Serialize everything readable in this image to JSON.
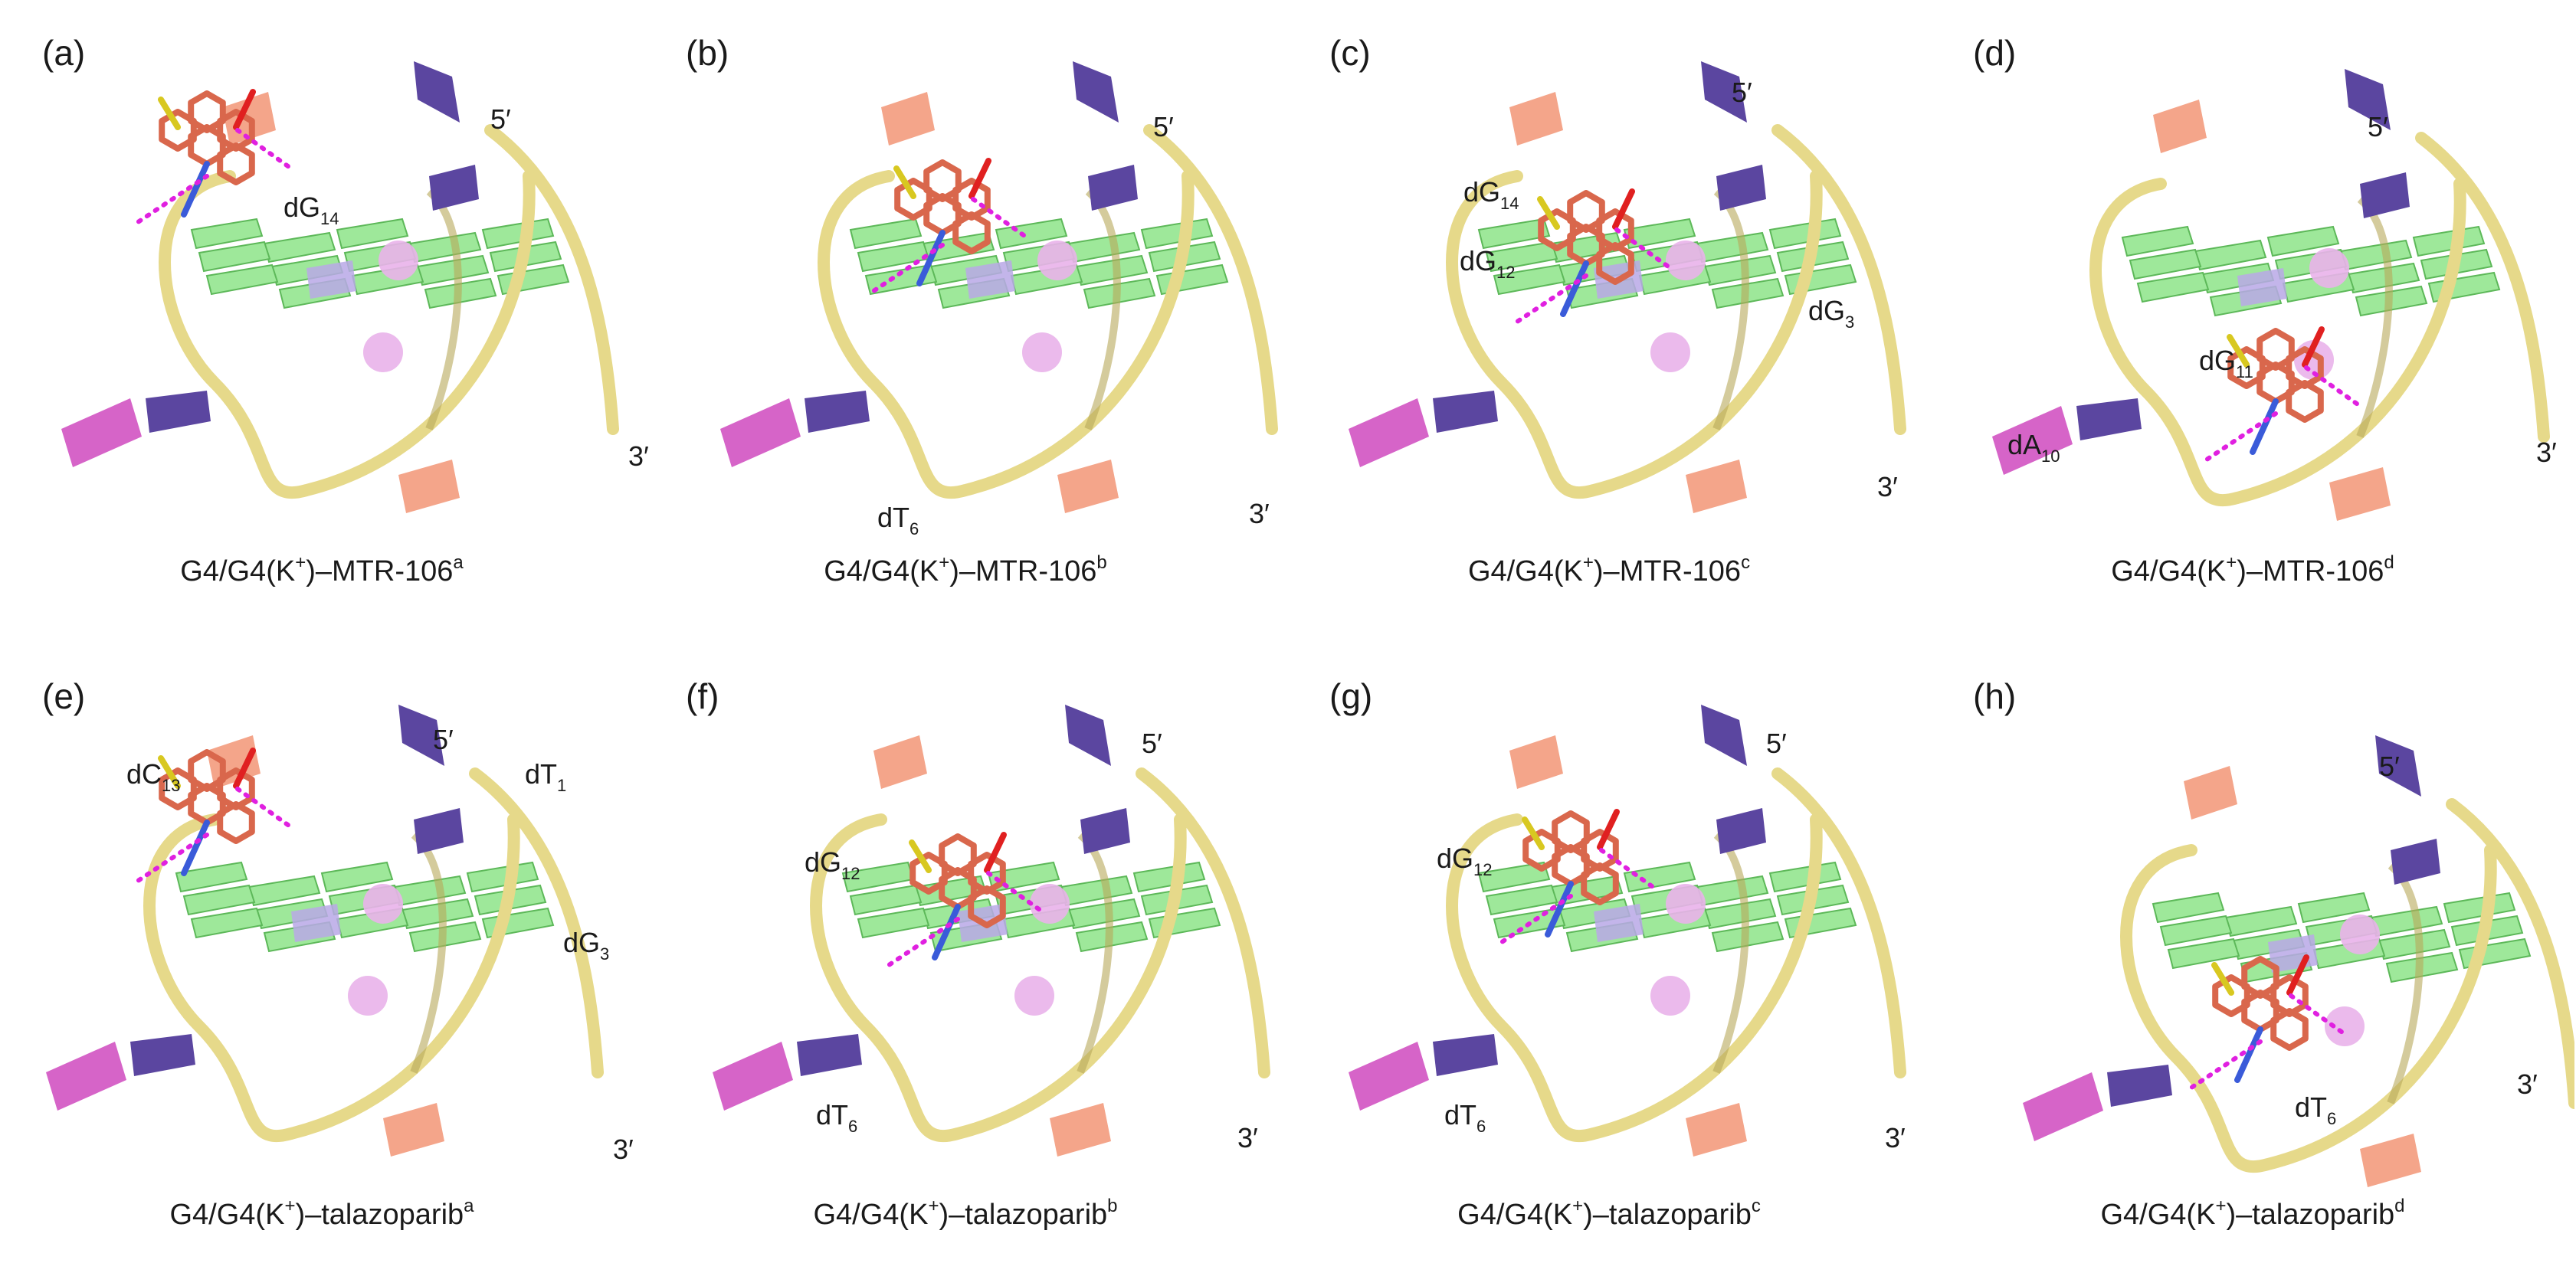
{
  "panels": [
    {
      "label": "(a)",
      "cap_prefix": "G4/G4(K",
      "cap_plus": "+",
      "cap_mid": ")–MTR-106",
      "cap_sup": "a",
      "end5": "5′",
      "end3": "3′",
      "residues": [
        {
          "b": "dG",
          "s": "14"
        }
      ],
      "ligand": "MTR-106"
    },
    {
      "label": "(b)",
      "cap_prefix": "G4/G4(K",
      "cap_plus": "+",
      "cap_mid": ")–MTR-106",
      "cap_sup": "b",
      "end5": "5′",
      "end3": "3′",
      "residues": [
        {
          "b": "dT",
          "s": "6"
        }
      ],
      "ligand": "MTR-106"
    },
    {
      "label": "(c)",
      "cap_prefix": "G4/G4(K",
      "cap_plus": "+",
      "cap_mid": ")–MTR-106",
      "cap_sup": "c",
      "end5": "5′",
      "end3": "3′",
      "residues": [
        {
          "b": "dG",
          "s": "14"
        },
        {
          "b": "dG",
          "s": "12"
        },
        {
          "b": "dG",
          "s": "3"
        }
      ],
      "ligand": "MTR-106"
    },
    {
      "label": "(d)",
      "cap_prefix": "G4/G4(K",
      "cap_plus": "+",
      "cap_mid": ")–MTR-106",
      "cap_sup": "d",
      "end5": "5′",
      "end3": "3′",
      "residues": [
        {
          "b": "dG",
          "s": "11"
        },
        {
          "b": "dA",
          "s": "10"
        }
      ],
      "ligand": "MTR-106"
    },
    {
      "label": "(e)",
      "cap_prefix": "G4/G4(K",
      "cap_plus": "+",
      "cap_mid": ")–talazoparib",
      "cap_sup": "a",
      "end5": "5′",
      "end3": "3′",
      "residues": [
        {
          "b": "dC",
          "s": "13"
        },
        {
          "b": "dT",
          "s": "1"
        },
        {
          "b": "dG",
          "s": "3"
        }
      ],
      "ligand": "talazoparib"
    },
    {
      "label": "(f)",
      "cap_prefix": "G4/G4(K",
      "cap_plus": "+",
      "cap_mid": ")–talazoparib",
      "cap_sup": "b",
      "end5": "5′",
      "end3": "3′",
      "residues": [
        {
          "b": "dG",
          "s": "12"
        },
        {
          "b": "dT",
          "s": "6"
        }
      ],
      "ligand": "talazoparib"
    },
    {
      "label": "(g)",
      "cap_prefix": "G4/G4(K",
      "cap_plus": "+",
      "cap_mid": ")–talazoparib",
      "cap_sup": "c",
      "end5": "5′",
      "end3": "3′",
      "residues": [
        {
          "b": "dG",
          "s": "12"
        },
        {
          "b": "dT",
          "s": "6"
        }
      ],
      "ligand": "talazoparib"
    },
    {
      "label": "(h)",
      "cap_prefix": "G4/G4(K",
      "cap_plus": "+",
      "cap_mid": ")–talazoparib",
      "cap_sup": "d",
      "end5": "5′",
      "end3": "3′",
      "residues": [
        {
          "b": "dT",
          "s": "6"
        }
      ],
      "ligand": "talazoparib"
    }
  ],
  "colors": {
    "backbone": "#e6d98a",
    "backbone_dark": "#b8a95a",
    "guanine_sheet": "#9ee89a",
    "guanine_edge": "#5db859",
    "loop_purple": "#5b46a0",
    "loop_purple_light": "#b8a8e6",
    "loop_magenta": "#d664c8",
    "loop_salmon": "#f4a58a",
    "potassium": "#e9b3ea",
    "ligand_carbon": "#d9674c",
    "ligand_nitrogen": "#3a5bd9",
    "ligand_oxygen": "#e02020",
    "ligand_sulfur": "#d8c820",
    "ligand_fluorine": "#8bd84a",
    "hbond": "#e020e0"
  }
}
